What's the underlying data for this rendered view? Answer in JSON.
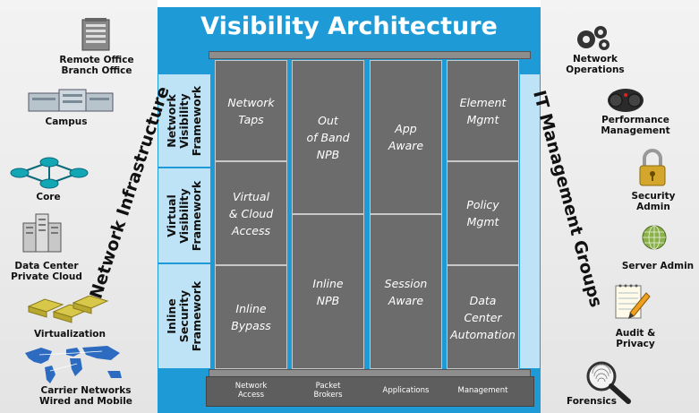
{
  "title": "Visibility Architecture",
  "left_group_title": "Network Infrastructure",
  "right_group_title": "IT Management Groups",
  "left_items": [
    {
      "label": "Remote Office\nBranch Office",
      "icon": "office-building-icon"
    },
    {
      "label": "Campus",
      "icon": "campus-buildings-icon"
    },
    {
      "label": "Core",
      "icon": "core-network-icon"
    },
    {
      "label": "Data Center\nPrivate Cloud",
      "icon": "server-racks-icon"
    },
    {
      "label": "Virtualization",
      "icon": "virtual-servers-icon"
    },
    {
      "label": "Carrier Networks\nWired and Mobile",
      "icon": "world-map-icon"
    }
  ],
  "right_items": [
    {
      "label": "Network\nOperations",
      "icon": "gears-icon"
    },
    {
      "label": "Performance\nManagement",
      "icon": "gauge-icon"
    },
    {
      "label": "Security\nAdmin",
      "icon": "padlock-icon"
    },
    {
      "label": "Server Admin",
      "icon": "globe-icon"
    },
    {
      "label": "Audit &\nPrivacy",
      "icon": "notepad-pencil-icon"
    },
    {
      "label": "Forensics",
      "icon": "magnifier-fingerprint-icon"
    }
  ],
  "frameworks": [
    "Network\nVisibility\nFramework",
    "Virtual\nVisibility\nFramework",
    "Inline\nSecurity\nFramework"
  ],
  "cells": {
    "network_taps": "Network\nTaps",
    "virtual_cloud": "Virtual\n& Cloud\nAccess",
    "inline_bypass": "Inline\nBypass",
    "oob_npb": "Out\nof Band\nNPB",
    "inline_npb": "Inline\nNPB",
    "app_aware": "App\nAware",
    "session_aware": "Session\nAware",
    "element_mgmt": "Element\nMgmt",
    "policy_mgmt": "Policy\nMgmt",
    "dc_automation": "Data\nCenter\nAutomation"
  },
  "base_labels": [
    "Network\nAccess",
    "Packet\nBrokers",
    "Applications",
    "Management"
  ],
  "colors": {
    "accent": "#1e9ad6",
    "light_accent": "#bfe3f6",
    "cell": "#6c6c6c"
  }
}
